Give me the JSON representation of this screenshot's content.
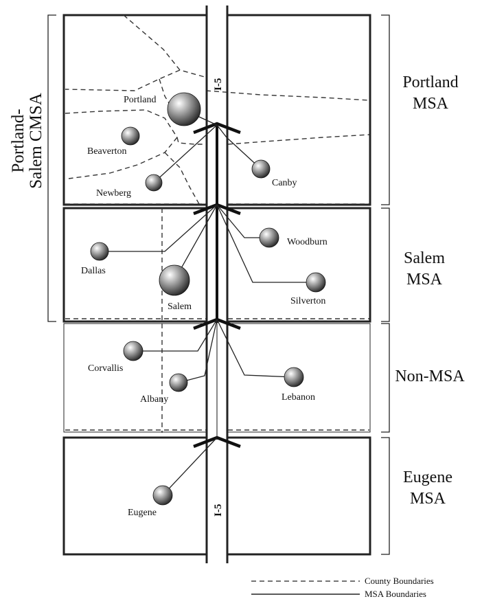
{
  "highway": {
    "label_top": "I-5",
    "label_bottom": "I-5"
  },
  "cmsa": {
    "line1": "Portland-",
    "line2": "Salem CMSA"
  },
  "regions": [
    {
      "line1": "Portland",
      "line2": "MSA"
    },
    {
      "line1": "Salem",
      "line2": "MSA"
    },
    {
      "line1": "Non-MSA",
      "line2": ""
    },
    {
      "line1": "Eugene",
      "line2": "MSA"
    }
  ],
  "cities": [
    {
      "name": "Portland"
    },
    {
      "name": "Beaverton"
    },
    {
      "name": "Newberg"
    },
    {
      "name": "Canby"
    },
    {
      "name": "Dallas"
    },
    {
      "name": "Salem"
    },
    {
      "name": "Woodburn"
    },
    {
      "name": "Silverton"
    },
    {
      "name": "Corvallis"
    },
    {
      "name": "Albany"
    },
    {
      "name": "Lebanon"
    },
    {
      "name": "Eugene"
    }
  ],
  "legend": {
    "county": "County Boundaries",
    "msa": "MSA Boundaries"
  }
}
